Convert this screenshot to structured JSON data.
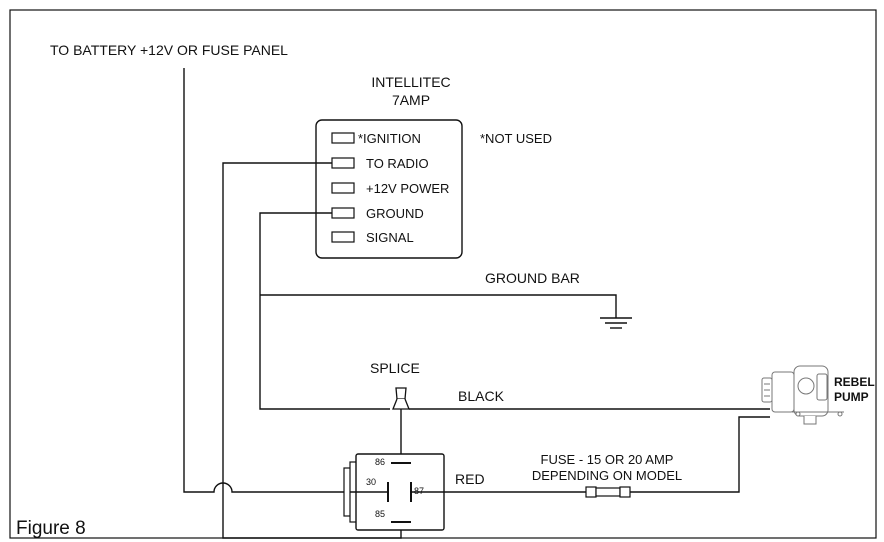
{
  "supply_label": "TO BATTERY +12V OR FUSE PANEL",
  "controller": {
    "title_line1": "INTELLITEC",
    "title_line2": "7AMP",
    "terminals": [
      "*IGNITION",
      "TO RADIO",
      "+12V POWER",
      "GROUND",
      "SIGNAL"
    ],
    "note": "*NOT USED"
  },
  "ground_bar_label": "GROUND BAR",
  "splice_label": "SPLICE",
  "black_wire_label": "BLACK",
  "red_wire_label": "RED",
  "fuse_label_line1": "FUSE - 15 OR 20 AMP",
  "fuse_label_line2": "DEPENDING ON MODEL",
  "relay_pins": [
    "86",
    "30",
    "87",
    "85"
  ],
  "pump_label_line1": "REBEL",
  "pump_label_line2": "PUMP",
  "figure_caption": "Figure 8"
}
